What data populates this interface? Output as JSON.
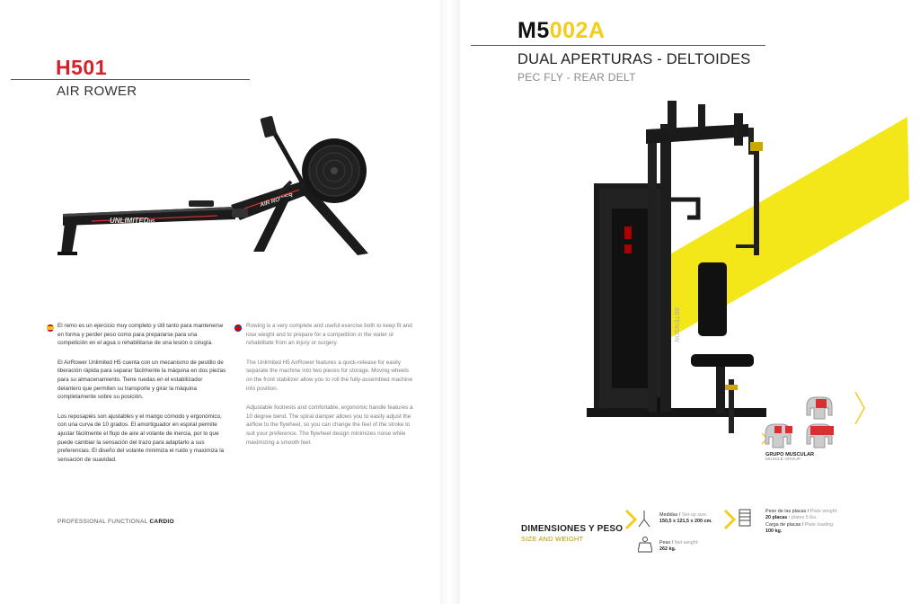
{
  "left": {
    "code": "H501",
    "name": "AIR ROWER",
    "es": [
      "El remo es un ejercicio muy completo y útil tanto para mantenerse en forma y perder peso como para prepararse para una competición en el agua o rehabilitarse de una lesión o cirugía.",
      "El AirRower Unlimited H5 cuenta con un mecanismo de pestillo de liberación rápida para separar fácilmente la máquina en dos piezas para su almacenamiento. Tiene ruedas en el estabilizador delantero que permiten su transporte y girar la máquina completamente sobre su posición.",
      "Los reposapiés son ajustables y el mango cómodo y ergonómico, con una curva de 10 grados. El amortiguador en espiral permite ajustar fácilmente el flujo de aire al volante de inercia, por lo que puede cambiar la sensación del trazo para adaptarlo a sus preferencias. El diseño del volante minimiza el ruido y maximiza la sensación de suavidad."
    ],
    "en": [
      "Rowing is a very complete and useful exercise both to keep fit and lose weight and to prepare for a competition in the water or rehabilitate from an injury or surgery.",
      "The Unlimited H5 AirRower features a quick-release for easily separate the machine into two pieces for storage. Moving wheels on the front stabilizer allow you to roll the fully-assembled machine into position.",
      "Adjustable footrests and comfortable, ergonomic handle features a 10 degree bend. The spiral damper allows you to easily adjust the airflow to the flywheel, so you can change the feel of the stroke to suit your preference. The flywheel design minimizes noise while maximizing a smooth feel."
    ],
    "footer_prefix": "PROFESSIONAL FUNCTIONAL ",
    "footer_bold": "CARDIO",
    "rower_rail_text": "UNLIMITED",
    "rower_rail_suffix": "H5",
    "rower_body_text": "AIR ROWER"
  },
  "right": {
    "code_a": "M5",
    "code_b": "002A",
    "name": "DUAL APERTURAS - DELTOIDES",
    "subtitle": "PEC FLY - REAR DELT",
    "machine_brand": "BETENSON",
    "muscle_group": "GRUPO MUSCULAR",
    "muscle_group_en": "MUSCLE GROUP",
    "dimensions_title": "DIMENSIONES Y PESO",
    "dimensions_sub": "SIZE AND WEIGHT",
    "measures_label": "Medidas / ",
    "measures_tr": "Set-up size:",
    "measures_val": "150,5 x 121,5 x 200 cm.",
    "weight_label": "Peso / ",
    "weight_tr": "Net weight:",
    "weight_val": "262 kg.",
    "plates_label": "Peso de las placas / ",
    "plates_tr": "Plate weight:",
    "plates_val": "20 placas",
    "plates_val_tr": " / plates 5 lbs.",
    "loading_label": "Carga de placas / ",
    "loading_tr": "Plate loading:",
    "loading_val": "100 kg."
  },
  "colors": {
    "red": "#d51f2b",
    "yellow": "#f2cd1b",
    "dark": "#1a1a1a"
  },
  "icons": [
    "spain-flag-icon",
    "uk-flag-icon",
    "dimensions-arrows-icon",
    "weight-icon",
    "plate-stack-icon",
    "chevron-right-icon"
  ]
}
